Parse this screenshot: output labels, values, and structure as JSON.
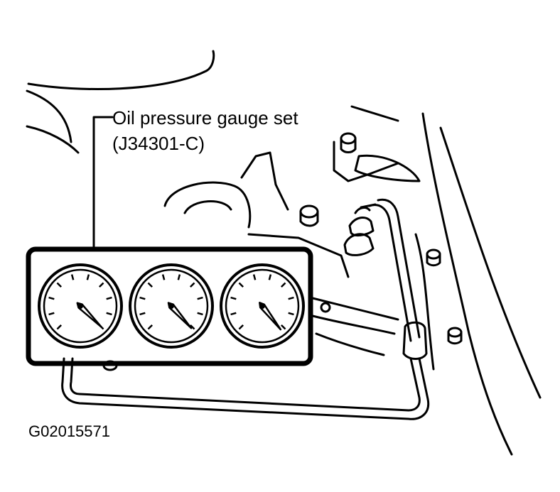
{
  "callout": {
    "line1": "Oil pressure gauge set",
    "line2": "(J34301-C)"
  },
  "figure_id": "G02015571",
  "gauges": [
    {
      "needle_angle_deg": 225
    },
    {
      "needle_angle_deg": 228
    },
    {
      "needle_angle_deg": 232
    }
  ],
  "colors": {
    "ink": "#000000",
    "paper": "#ffffff"
  }
}
